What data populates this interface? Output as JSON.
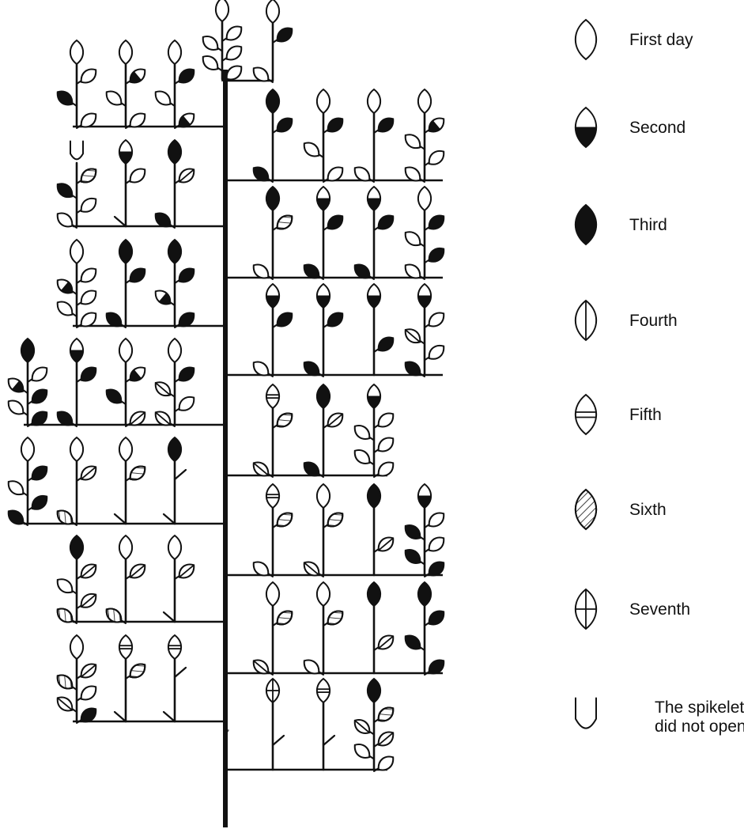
{
  "colors": {
    "ink": "#111111",
    "paper": "#ffffff"
  },
  "legend": [
    {
      "key": "day-1",
      "pattern": "open",
      "label": "First day"
    },
    {
      "key": "day-2",
      "pattern": "lower-half",
      "label": "Second"
    },
    {
      "key": "day-3",
      "pattern": "solid",
      "label": "Third"
    },
    {
      "key": "day-4",
      "pattern": "vertical-line",
      "label": "Fourth"
    },
    {
      "key": "day-5",
      "pattern": "double-horizontal",
      "label": "Fifth"
    },
    {
      "key": "day-6",
      "pattern": "grid",
      "label": "Sixth"
    },
    {
      "key": "day-7",
      "pattern": "cross",
      "label": "Seventh"
    },
    {
      "key": "not-opened",
      "pattern": "cup",
      "label": "The spikelet\ndid not open"
    }
  ],
  "axis_mark": "7",
  "panicle": {
    "top": [
      {
        "top": "open",
        "lower": [
          "open",
          "open",
          "open",
          "open",
          "open"
        ]
      },
      {
        "top": "open",
        "lower": [
          "solid",
          "open"
        ]
      }
    ],
    "left": [
      {
        "branches": [
          {
            "top": "open",
            "lower": [
              "open",
              "solid",
              "open"
            ]
          },
          {
            "top": "open",
            "lower": [
              "lower-half",
              "open",
              "open"
            ]
          },
          {
            "top": "open",
            "lower": [
              "solid",
              "open",
              "lower-half"
            ]
          }
        ]
      },
      {
        "branches": [
          {
            "top": "cup",
            "lower": [
              "grid",
              "solid",
              "open",
              "open"
            ]
          },
          {
            "top": "lower-half",
            "lower": [
              "open",
              "cup"
            ]
          },
          {
            "top": "solid",
            "lower": [
              "vertical-line",
              "solid"
            ]
          }
        ]
      },
      {
        "branches": [
          {
            "top": "open",
            "lower": [
              "open",
              "lower-half",
              "open",
              "open",
              "open"
            ]
          },
          {
            "top": "solid",
            "lower": [
              "solid",
              "solid"
            ]
          },
          {
            "top": "solid",
            "lower": [
              "solid",
              "lower-half",
              "solid"
            ]
          }
        ]
      },
      {
        "branches": [
          {
            "top": "solid",
            "lower": [
              "open",
              "lower-half",
              "solid",
              "open",
              "solid"
            ]
          },
          {
            "top": "lower-half",
            "lower": [
              "solid",
              "solid"
            ]
          },
          {
            "top": "open",
            "lower": [
              "lower-half",
              "solid",
              "vertical-line"
            ]
          },
          {
            "top": "open",
            "lower": [
              "solid",
              "vertical-line",
              "open",
              "vertical-line"
            ]
          }
        ]
      },
      {
        "branches": [
          {
            "top": "open",
            "lower": [
              "solid",
              "open",
              "solid",
              "solid"
            ]
          },
          {
            "top": "open",
            "lower": [
              "vertical-line",
              "grid"
            ]
          },
          {
            "top": "open",
            "lower": [
              "grid",
              "cup"
            ]
          },
          {
            "top": "solid",
            "lower": [
              "cup",
              "cup"
            ]
          }
        ]
      },
      {
        "branches": [
          {
            "top": "solid",
            "lower": [
              "vertical-line",
              "open",
              "vertical-line",
              "grid"
            ]
          },
          {
            "top": "open",
            "lower": [
              "vertical-line",
              "grid"
            ]
          },
          {
            "top": "open",
            "lower": [
              "vertical-line",
              "cup"
            ]
          }
        ]
      },
      {
        "branches": [
          {
            "top": "open",
            "lower": [
              "vertical-line",
              "grid",
              "open",
              "vertical-line",
              "solid"
            ]
          },
          {
            "top": "double-horizontal",
            "lower": [
              "grid",
              "cup"
            ]
          },
          {
            "top": "double-horizontal",
            "lower": [
              "cup",
              "cup"
            ]
          }
        ]
      }
    ],
    "right": [
      {
        "branches": [
          {
            "top": "solid",
            "lower": [
              "solid",
              "solid"
            ]
          },
          {
            "top": "open",
            "lower": [
              "solid",
              "open",
              "open"
            ]
          },
          {
            "top": "open",
            "lower": [
              "solid",
              "open"
            ]
          },
          {
            "top": "open",
            "lower": [
              "lower-half",
              "open",
              "open",
              "open"
            ]
          }
        ]
      },
      {
        "branches": [
          {
            "top": "solid",
            "lower": [
              "grid",
              "open"
            ]
          },
          {
            "top": "lower-half",
            "lower": [
              "solid",
              "solid"
            ]
          },
          {
            "top": "lower-half",
            "lower": [
              "solid",
              "solid"
            ]
          },
          {
            "top": "open",
            "lower": [
              "solid",
              "open",
              "solid",
              "open"
            ]
          }
        ]
      },
      {
        "branches": [
          {
            "top": "lower-half",
            "lower": [
              "solid",
              "open"
            ]
          },
          {
            "top": "lower-half",
            "lower": [
              "solid",
              "solid"
            ]
          },
          {
            "top": "lower-half",
            "lower": [
              "solid"
            ]
          },
          {
            "top": "lower-half",
            "lower": [
              "open",
              "vertical-line",
              "open",
              "solid"
            ]
          }
        ]
      },
      {
        "branches": [
          {
            "top": "double-horizontal",
            "lower": [
              "grid",
              "vertical-line"
            ]
          },
          {
            "top": "solid",
            "lower": [
              "vertical-line",
              "solid"
            ]
          },
          {
            "top": "lower-half",
            "lower": [
              "open",
              "open",
              "open",
              "open",
              "open"
            ]
          }
        ]
      },
      {
        "branches": [
          {
            "top": "double-horizontal",
            "lower": [
              "grid",
              "open"
            ]
          },
          {
            "top": "open",
            "lower": [
              "grid",
              "vertical-line"
            ]
          },
          {
            "top": "solid",
            "lower": [
              "vertical-line"
            ]
          },
          {
            "top": "lower-half",
            "lower": [
              "open",
              "solid",
              "open",
              "solid",
              "solid"
            ]
          }
        ]
      },
      {
        "branches": [
          {
            "top": "open",
            "lower": [
              "grid",
              "vertical-line"
            ]
          },
          {
            "top": "open",
            "lower": [
              "grid",
              "open"
            ]
          },
          {
            "top": "solid",
            "lower": [
              "vertical-line"
            ]
          },
          {
            "top": "solid",
            "lower": [
              "solid",
              "solid",
              "solid"
            ]
          }
        ]
      },
      {
        "branches": [
          {
            "top": "cross",
            "lower": [
              "cup"
            ]
          },
          {
            "top": "double-horizontal",
            "lower": [
              "cup"
            ]
          },
          {
            "top": "solid",
            "lower": [
              "grid",
              "vertical-line",
              "vertical-line",
              "open",
              "open"
            ]
          }
        ]
      }
    ]
  }
}
